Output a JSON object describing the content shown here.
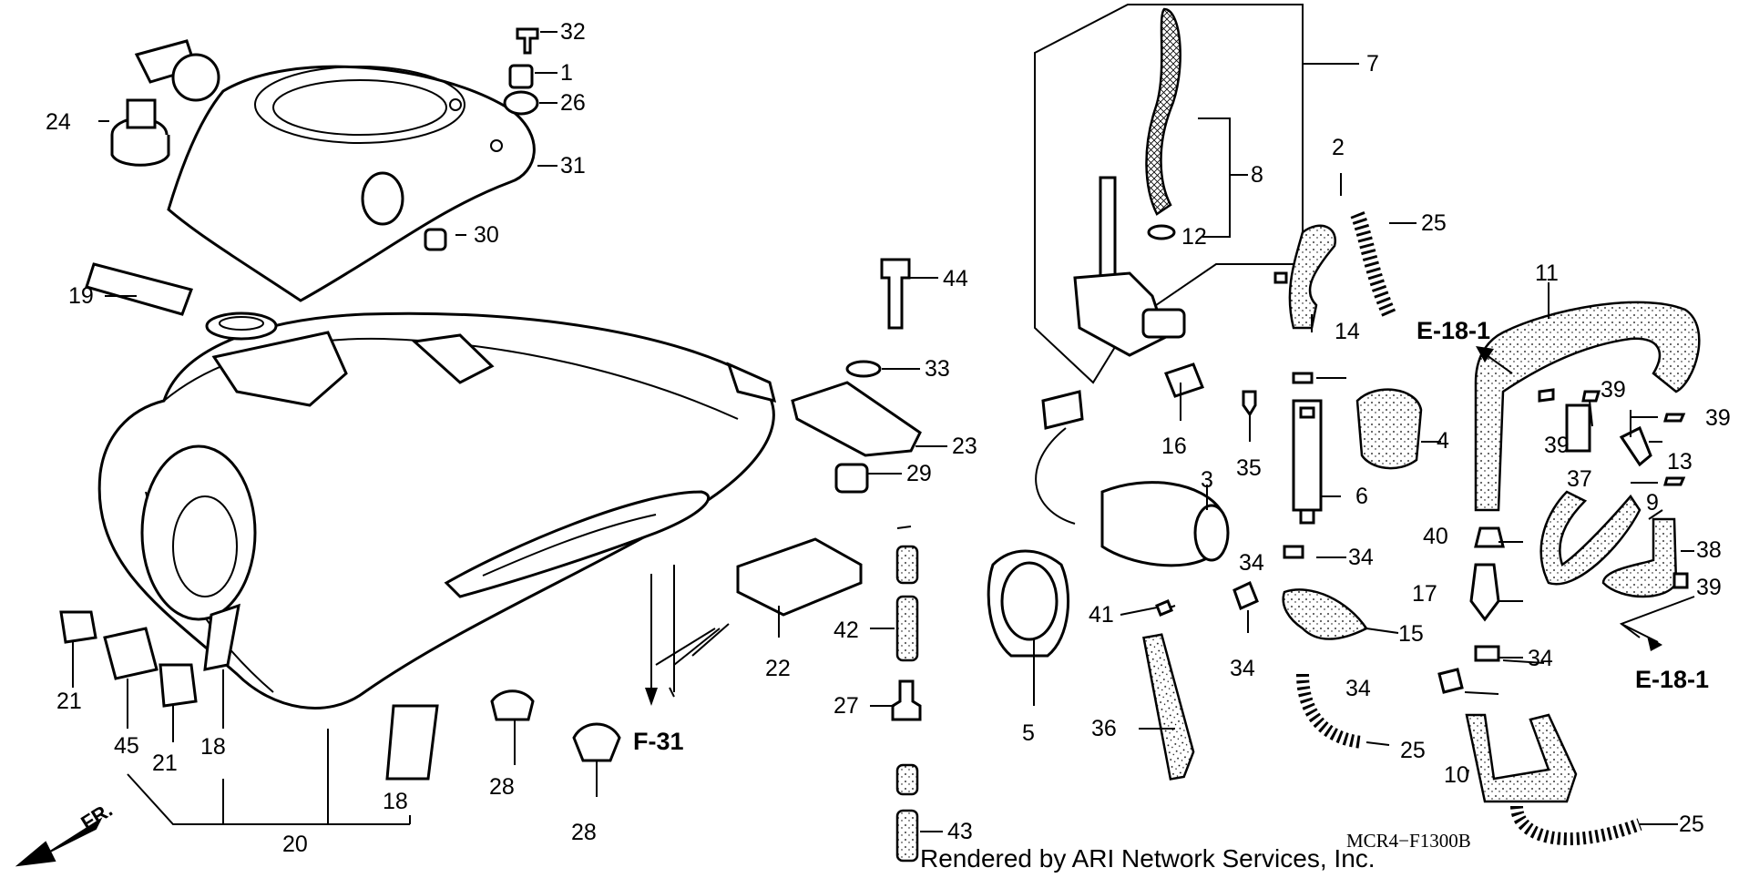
{
  "callouts": [
    "32",
    "1",
    "26",
    "31",
    "24",
    "30",
    "19",
    "44",
    "33",
    "23",
    "29",
    "22",
    "42",
    "27",
    "28",
    "28",
    "43",
    "21",
    "21",
    "45",
    "18",
    "18",
    "20",
    "5",
    "36",
    "41",
    "34",
    "16",
    "35",
    "3",
    "7",
    "8",
    "12",
    "2",
    "25",
    "14",
    "34",
    "4",
    "6",
    "34",
    "15",
    "25",
    "34",
    "34",
    "10",
    "25",
    "11",
    "39",
    "39",
    "37",
    "13",
    "39",
    "9",
    "38",
    "39",
    "40",
    "17"
  ],
  "references": {
    "ref_e18_top": "E-18-1",
    "ref_e18_bottom": "E-18-1",
    "ref_f31": "F-31",
    "front": "FR."
  },
  "diagram_code": "MCR4−F1300B",
  "credit": "Rendered by ARI Network Services, Inc."
}
